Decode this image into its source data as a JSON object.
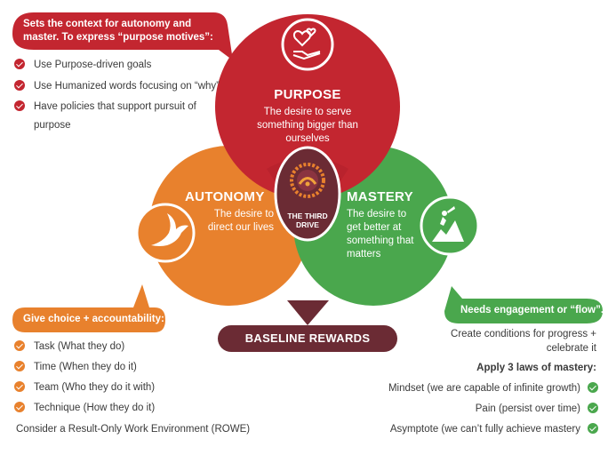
{
  "colors": {
    "red": "#c32630",
    "orange": "#e8812d",
    "green": "#4aa74d",
    "dark": "#6b2b34"
  },
  "purpose": {
    "callout": "Sets the context for autonomy and master. To express “purpose motives”:",
    "items": [
      "Use Purpose-driven goals",
      "Use Humanized words focusing on “why”",
      "Have policies that support pursuit of",
      "purpose"
    ],
    "title": "PURPOSE",
    "desc_lines": [
      "The desire to serve",
      "something bigger than",
      "ourselves"
    ],
    "icon": "heart-hand-icon"
  },
  "autonomy": {
    "title": "AUTONOMY",
    "desc_lines": [
      "The desire to",
      "direct our lives"
    ],
    "callout": "Give choice + accountability:",
    "items": [
      "Task (What they do)",
      "Time (When they do it)",
      "Team (Who they do it with)",
      "Technique (How they do it)"
    ],
    "footer": "Consider a Result-Only Work Environment (ROWE)",
    "icon": "dove-icon"
  },
  "mastery": {
    "title": "MASTERY",
    "desc_lines": [
      "The desire to",
      "get better at",
      "something that",
      "matters"
    ],
    "callout": "Needs engagement or “flow”.",
    "sub_lines": [
      "Create conditions for progress +",
      "celebrate it"
    ],
    "laws_heading": "Apply 3 laws of mastery:",
    "laws": [
      "Mindset (we are capable of infinite growth)",
      "Pain (persist over time)",
      "Asymptote (we can’t fully achieve mastery"
    ],
    "icon": "climber-icon"
  },
  "center": {
    "lines": [
      "THE THIRD",
      "DRIVE"
    ],
    "icon": "gauge-icon"
  },
  "baseline": {
    "label": "BASELINE REWARDS"
  }
}
